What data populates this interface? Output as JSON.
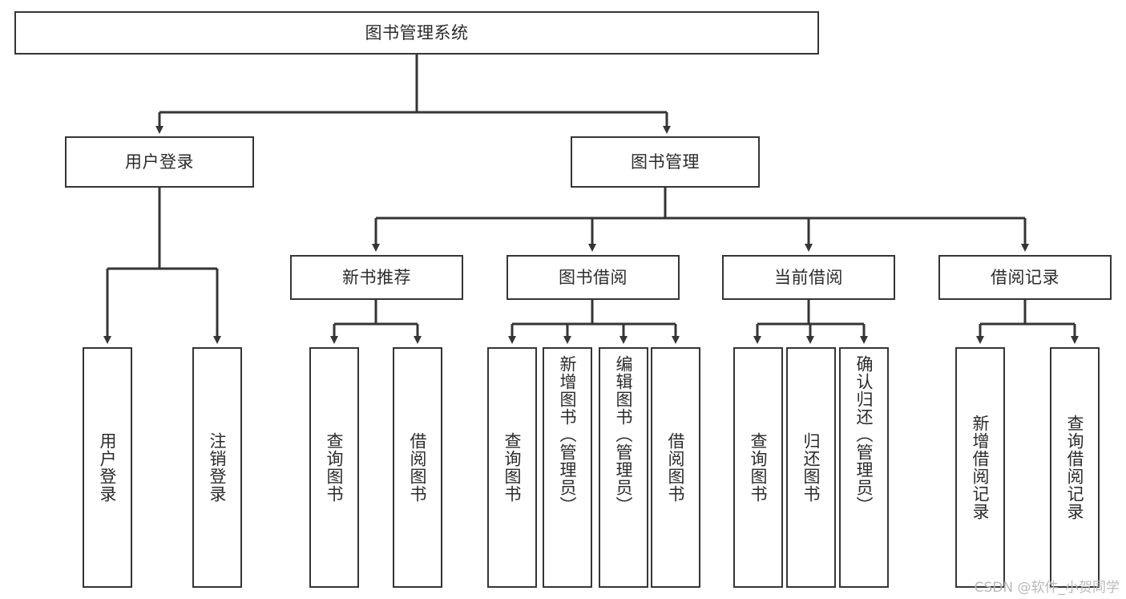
{
  "diagram": {
    "title": "图书管理系统",
    "type": "tree-hierarchy-chart",
    "root": {
      "label": "图书管理系统"
    },
    "level2": [
      {
        "label": "用户登录"
      },
      {
        "label": "图书管理"
      }
    ],
    "level3": [
      {
        "label": "新书推荐"
      },
      {
        "label": "图书借阅"
      },
      {
        "label": "当前借阅"
      },
      {
        "label": "借阅记录"
      }
    ],
    "leaves": {
      "user_login": [
        {
          "label": "用户登录"
        },
        {
          "label": "注销登录"
        }
      ],
      "new_book_recommend": [
        {
          "label": "查询图书"
        },
        {
          "label": "借阅图书"
        }
      ],
      "book_borrow": [
        {
          "label": "查询图书"
        },
        {
          "label": "新增图书（管理员）"
        },
        {
          "label": "编辑图书（管理员）"
        },
        {
          "label": "借阅图书"
        }
      ],
      "current_borrow": [
        {
          "label": "查询图书"
        },
        {
          "label": "归还图书"
        },
        {
          "label": "确认归还（管理员）"
        }
      ],
      "borrow_record": [
        {
          "label": "新增借阅记录"
        },
        {
          "label": "查询借阅记录"
        }
      ]
    }
  },
  "colors": {
    "border": "#353535",
    "text": "#2b2b2b",
    "background": "#ffffff",
    "watermark": "#b9b9b9"
  },
  "watermark": {
    "text": "CSDN @软件_小贺同学"
  }
}
